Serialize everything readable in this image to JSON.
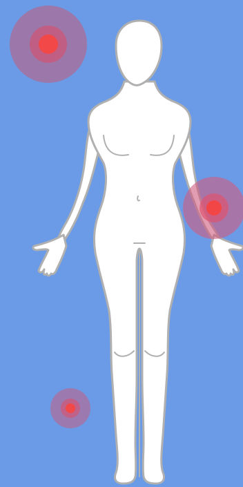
{
  "scene": {
    "background_color": "#6b9be6",
    "figure": {
      "subject": "female-body-front-view",
      "fill_color": "#ffffff",
      "outline_color": "#b0b0b0"
    },
    "markers": [
      {
        "id": "marker-1",
        "location": "beside-head-left",
        "color": "#f24848"
      },
      {
        "id": "marker-2",
        "location": "right-forearm",
        "color": "#f24646"
      },
      {
        "id": "marker-3",
        "location": "beside-lower-leg-left",
        "color": "#f24848"
      }
    ]
  }
}
